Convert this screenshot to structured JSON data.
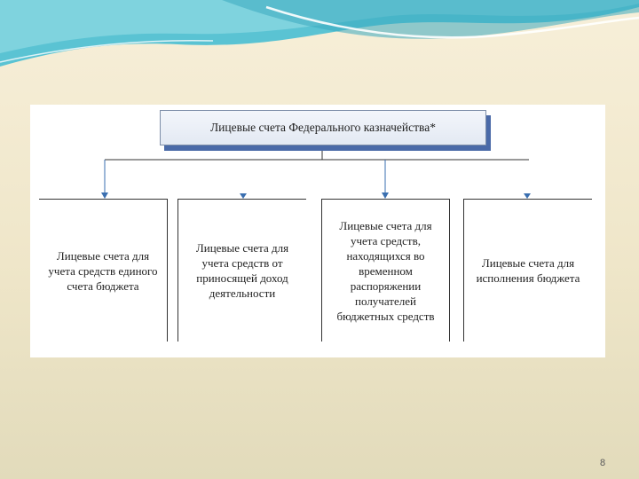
{
  "slide": {
    "page_number": "8"
  },
  "diagram": {
    "root": "Лицевые счета Федерального казначейства*",
    "children": [
      "Лицевые счета для учета средств единого счета бюджета",
      "Лицевые счета для учета средств от приносящей доход деятельности",
      "Лицевые счета для учета средств, находящихся во временном распоряжении получателей бюджетных средств",
      "Лицевые счета для исполнения бюджета"
    ]
  },
  "colors": {
    "root_shadow": "#4a6aa8",
    "arrow": "#3a6fb0"
  }
}
